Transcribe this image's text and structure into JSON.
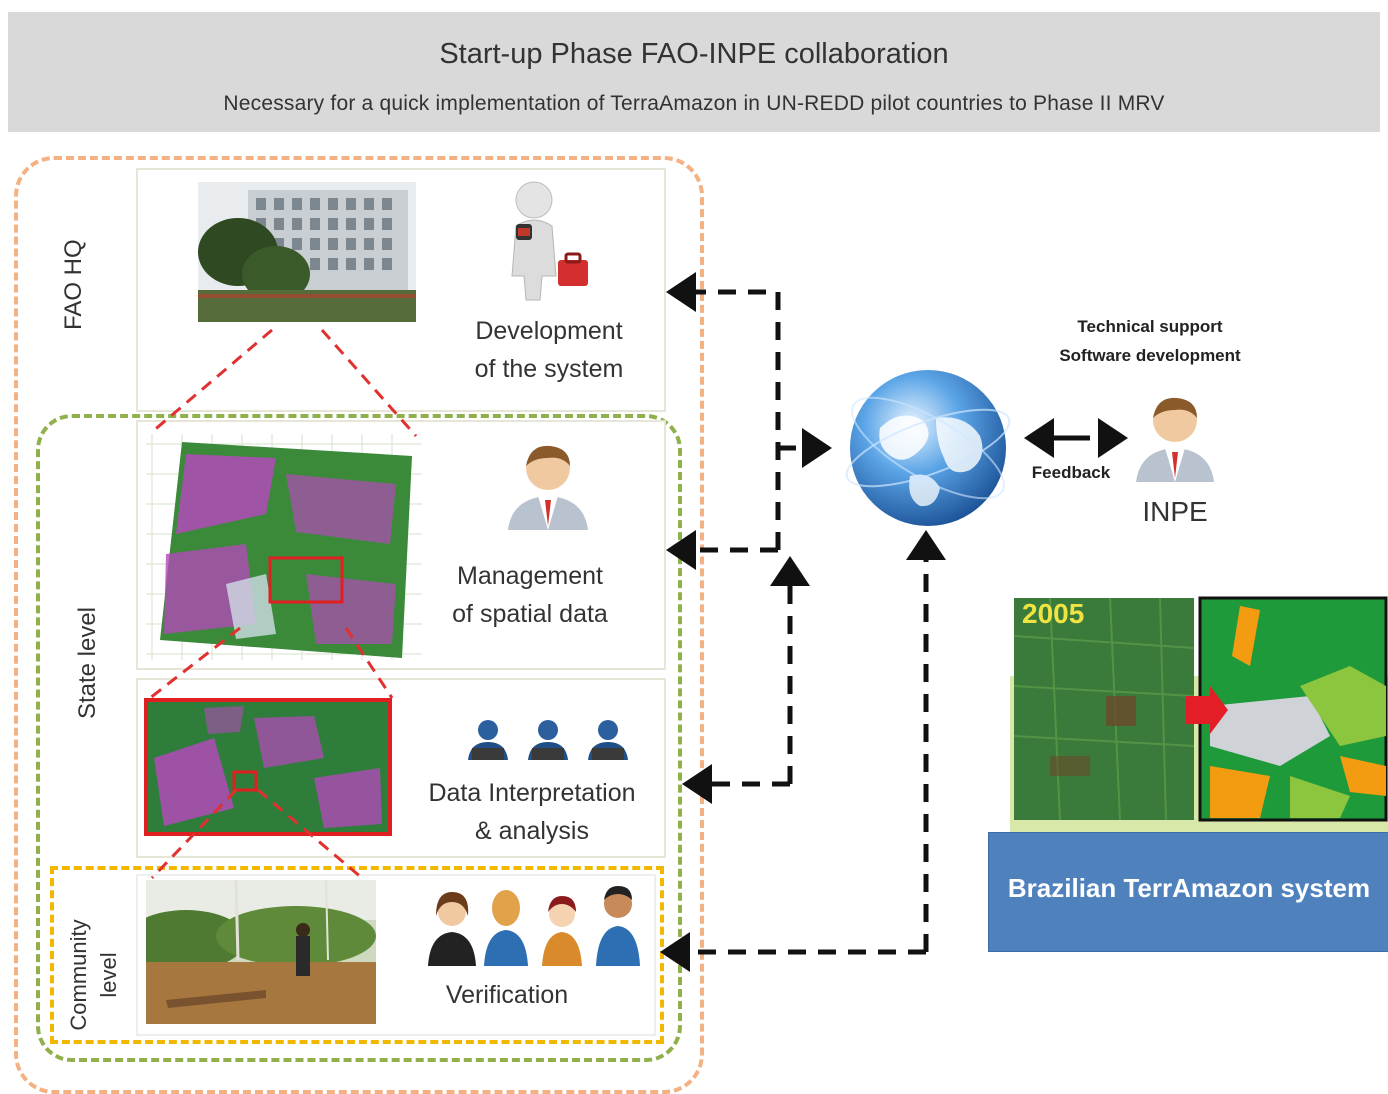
{
  "header": {
    "title": "Start-up Phase FAO-INPE collaboration",
    "subtitle": "Necessary for a quick implementation of TerraAmazon in UN-REDD pilot countries to Phase II MRV"
  },
  "levels": {
    "fao_hq": "FAO HQ",
    "state": "State level",
    "community_line1": "Community",
    "community_line2": "level"
  },
  "panels": {
    "development": [
      "Development",
      "of the system"
    ],
    "management": [
      "Management",
      "of spatial data"
    ],
    "interpretation": [
      "Data Interpretation",
      "& analysis"
    ],
    "verification": "Verification"
  },
  "inpe": {
    "support_line1": "Technical support",
    "support_line2": "Software development",
    "feedback": "Feedback",
    "label": "INPE"
  },
  "brazil": {
    "year": "2005",
    "system": "Brazilian TerrAmazon system"
  },
  "colors": {
    "banner": "#d9d9d9",
    "fao_border": "#f4b183",
    "state_border": "#8fb04a",
    "community_border": "#f2b800",
    "red_link": "#e03030",
    "system_box": "#4f81bd",
    "arrow": "#111111"
  },
  "icons": [
    "building-photo",
    "worker-icon",
    "globe-icon",
    "person-icon",
    "user-group-icon"
  ]
}
